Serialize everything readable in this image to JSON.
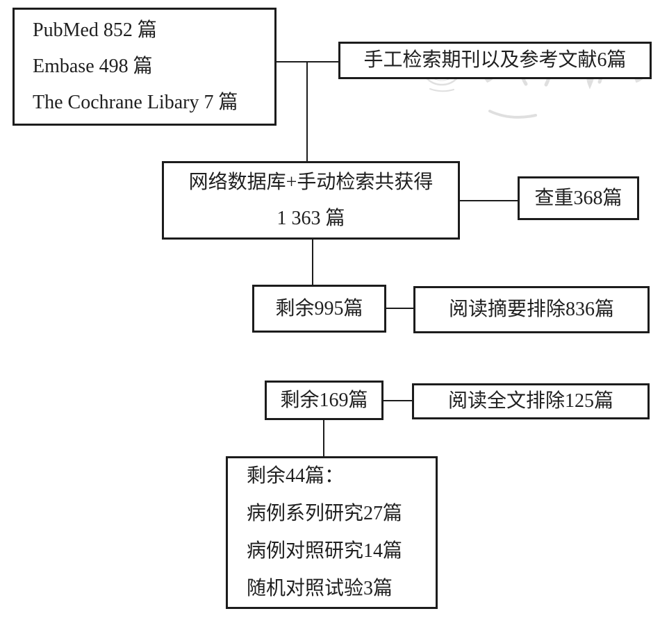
{
  "diagram": {
    "title_hint": "literature-screening-flowchart",
    "colors": {
      "line": "#1c1c1c",
      "text": "#1f1f1f",
      "box_background": "#ffffff",
      "page_background": "#ffffff",
      "watermark": "#c6c6c6"
    },
    "boxes": {
      "sources": {
        "lines": [
          "PubMed 852 篇",
          "Embase 498 篇",
          "The Cochrane Libary 7 篇"
        ]
      },
      "manual_search": {
        "label": "手工检索期刊以及参考文献6篇"
      },
      "combined_total": {
        "lines": [
          "网络数据库+手动检索共获得",
          "1 363 篇"
        ]
      },
      "duplicates_removed": {
        "label": "查重368篇"
      },
      "remaining_995": {
        "label": "剩余995篇"
      },
      "abstract_excluded": {
        "label": "阅读摘要排除836篇"
      },
      "remaining_169": {
        "label": "剩余169篇"
      },
      "fulltext_excluded": {
        "label": "阅读全文排除125篇"
      },
      "final_included": {
        "lines": [
          "剩余44篇：",
          "病例系列研究27篇",
          "病例对照研究14篇",
          "随机对照试验3篇"
        ]
      }
    }
  }
}
